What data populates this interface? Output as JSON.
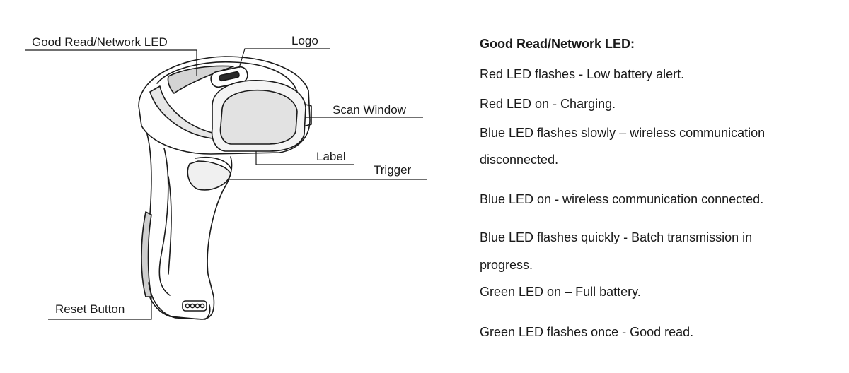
{
  "callouts": {
    "good_read_led": "Good Read/Network LED",
    "logo": "Logo",
    "scan_window": "Scan Window",
    "label": "Label",
    "trigger": "Trigger",
    "reset_button": "Reset Button"
  },
  "legend": {
    "title": "Good Read/Network LED:",
    "lines": [
      "Red LED flashes - Low battery alert.",
      "Red LED on - Charging.",
      "Blue LED flashes slowly – wireless communication",
      "disconnected.",
      "Blue LED on - wireless communication connected.",
      "Blue LED flashes quickly - Batch transmission in",
      "progress.",
      "Green LED on – Full battery.",
      "Green LED flashes once - Good read."
    ]
  },
  "colors": {
    "line": "#1a1a1a",
    "background": "#ffffff"
  }
}
